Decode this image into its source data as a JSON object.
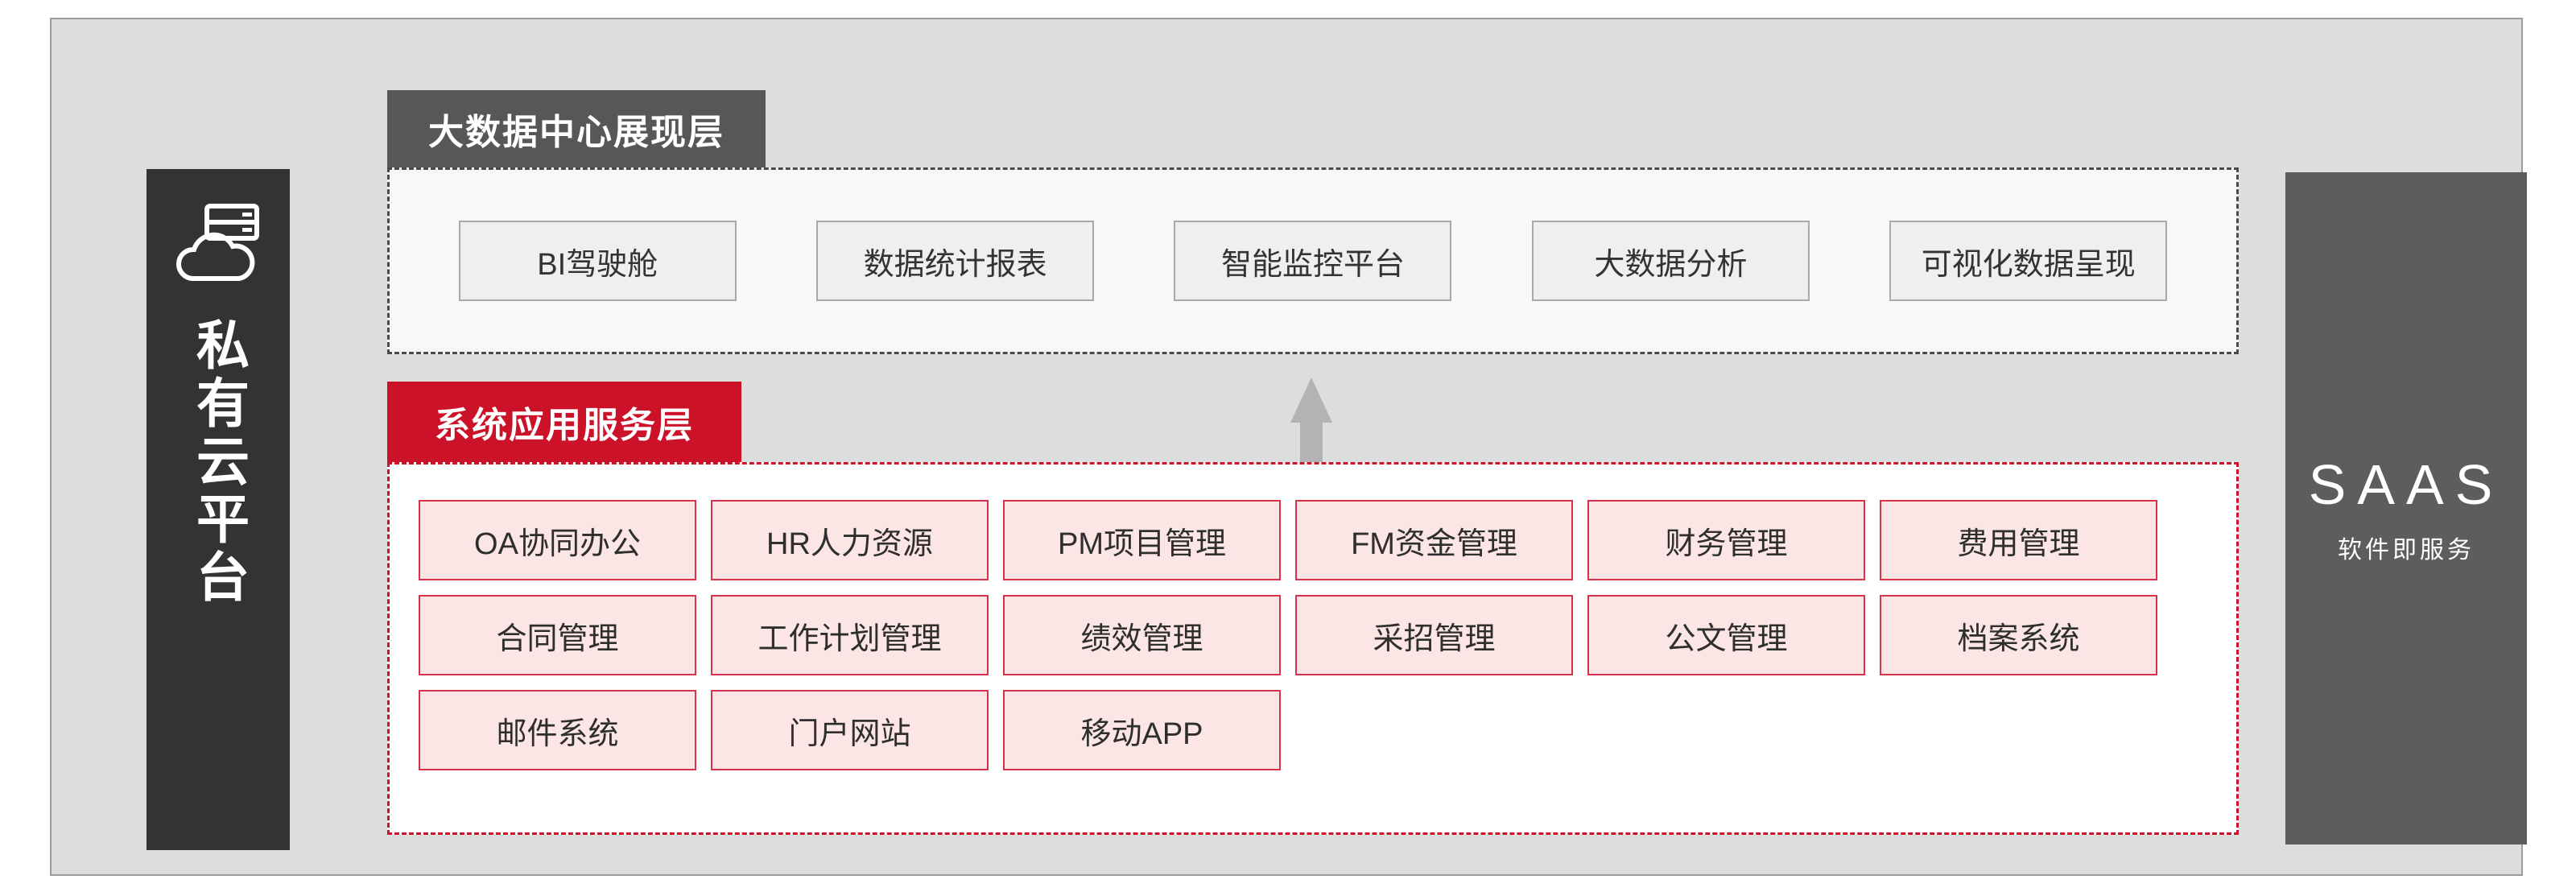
{
  "left_panel": {
    "icon": "cloud-server-icon",
    "title": "私有云平台"
  },
  "bigdata_layer": {
    "tab_label": "大数据中心展现层",
    "tab_color": "#595755",
    "items": [
      {
        "label": "BI驾驶舱"
      },
      {
        "label": "数据统计报表"
      },
      {
        "label": "智能监控平台"
      },
      {
        "label": "大数据分析"
      },
      {
        "label": "可视化数据呈现"
      }
    ]
  },
  "flow": {
    "arrow": "up-arrow-icon",
    "arrow_color": "#b3b3b3"
  },
  "app_layer": {
    "tab_label": "系统应用服务层",
    "tab_color": "#cc1229",
    "rows": [
      [
        {
          "label": "OA协同办公"
        },
        {
          "label": "HR人力资源"
        },
        {
          "label": "PM项目管理"
        },
        {
          "label": "FM资金管理"
        },
        {
          "label": "财务管理"
        },
        {
          "label": "费用管理"
        }
      ],
      [
        {
          "label": "合同管理"
        },
        {
          "label": "工作计划管理"
        },
        {
          "label": "绩效管理"
        },
        {
          "label": "采招管理"
        },
        {
          "label": "公文管理"
        },
        {
          "label": "档案系统"
        }
      ],
      [
        {
          "label": "邮件系统"
        },
        {
          "label": "门户网站"
        },
        {
          "label": "移动APP"
        }
      ]
    ]
  },
  "right_panel": {
    "title": "SAAS",
    "subtitle": "软件即服务",
    "color": "#5e5c5c"
  }
}
